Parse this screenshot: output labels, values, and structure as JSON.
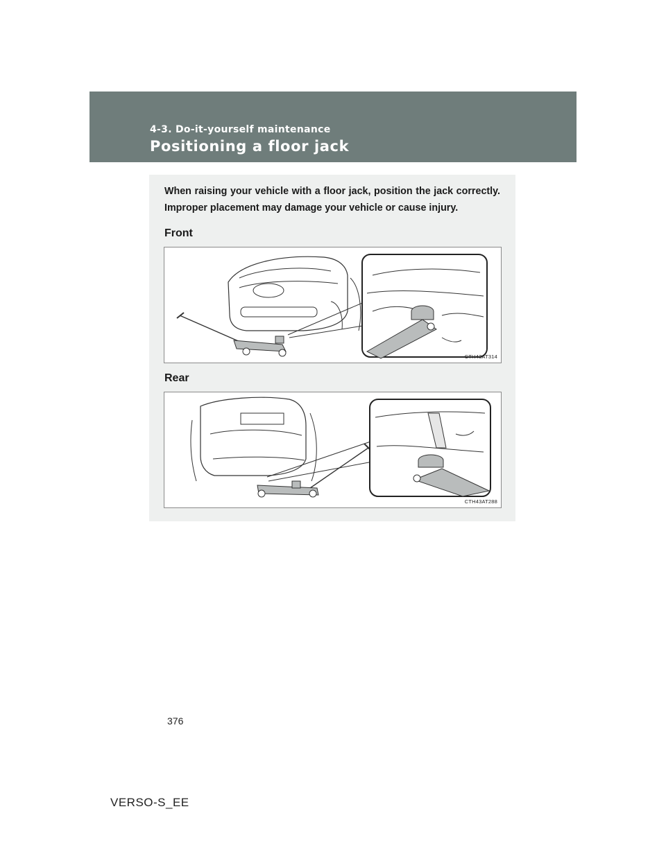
{
  "header": {
    "section_label": "4-3. Do-it-yourself maintenance",
    "title": "Positioning a floor jack"
  },
  "content": {
    "intro": "When raising your vehicle with a floor jack, position the jack correctly. Improper placement may damage your vehicle or cause injury.",
    "front": {
      "heading": "Front",
      "figure_code": "CTH43AT314"
    },
    "rear": {
      "heading": "Rear",
      "figure_code": "CTH43AT288"
    }
  },
  "footer": {
    "page_number": "376",
    "doc_code": "VERSO-S_EE"
  },
  "colors": {
    "header_band": "#6f7d7b",
    "content_box": "#eef0ef",
    "jack_gray": "#b9bcbc"
  }
}
